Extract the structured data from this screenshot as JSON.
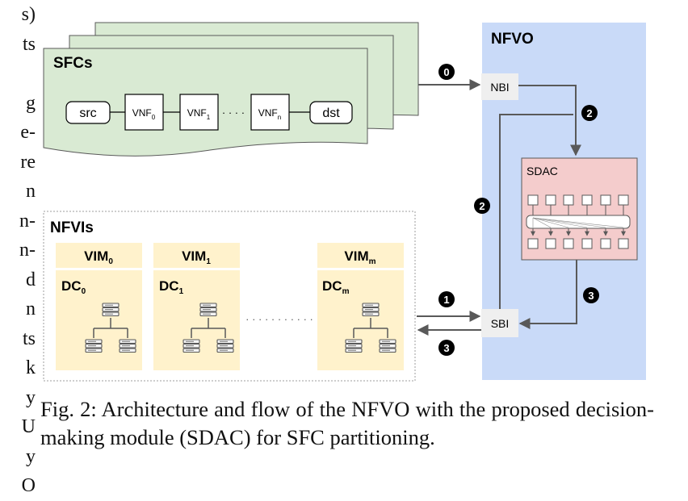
{
  "left_margin_text": [
    "s)",
    "ts",
    "",
    "g",
    "e-",
    "re",
    "n",
    "n-",
    "n-",
    "d",
    "n",
    "ts",
    "k",
    "y",
    "U",
    "y",
    "O"
  ],
  "sfcs": {
    "title": "SFCs",
    "nodes": {
      "src": "src",
      "vnf0": {
        "base": "VNF",
        "sub": "0"
      },
      "vnf1": {
        "base": "VNF",
        "sub": "1"
      },
      "vnfn": {
        "base": "VNF",
        "sub": "n"
      },
      "dst": "dst"
    },
    "dots": "· · · ·"
  },
  "nfvo": {
    "title": "NFVO",
    "nbi": "NBI",
    "sbi": "SBI",
    "sdac": "SDAC"
  },
  "nfvis": {
    "title": "NFVIs",
    "columns": [
      {
        "vim": "VIM",
        "vim_sub": "0",
        "dc": "DC",
        "dc_sub": "0"
      },
      {
        "vim": "VIM",
        "vim_sub": "1",
        "dc": "DC",
        "dc_sub": "1"
      },
      {
        "vim": "VIM",
        "vim_sub": "m",
        "dc": "DC",
        "dc_sub": "m"
      }
    ],
    "dots": "· · · · · · · · · · ·"
  },
  "steps": {
    "s0": "0",
    "s1": "1",
    "s2a": "2",
    "s2b": "2",
    "s3a": "3",
    "s3b": "3"
  },
  "colors": {
    "sfc_fill": "#d9ead3",
    "nfvo_fill": "#c9daf8",
    "sdac_fill": "#f4cccc",
    "vim_fill": "#fff2cc",
    "interface_fill": "#efefef",
    "arrow": "#595959",
    "dark": "#000000"
  },
  "caption": "Fig. 2: Architecture and flow of the NFVO with the proposed decision-making module (SDAC) for SFC partitioning."
}
